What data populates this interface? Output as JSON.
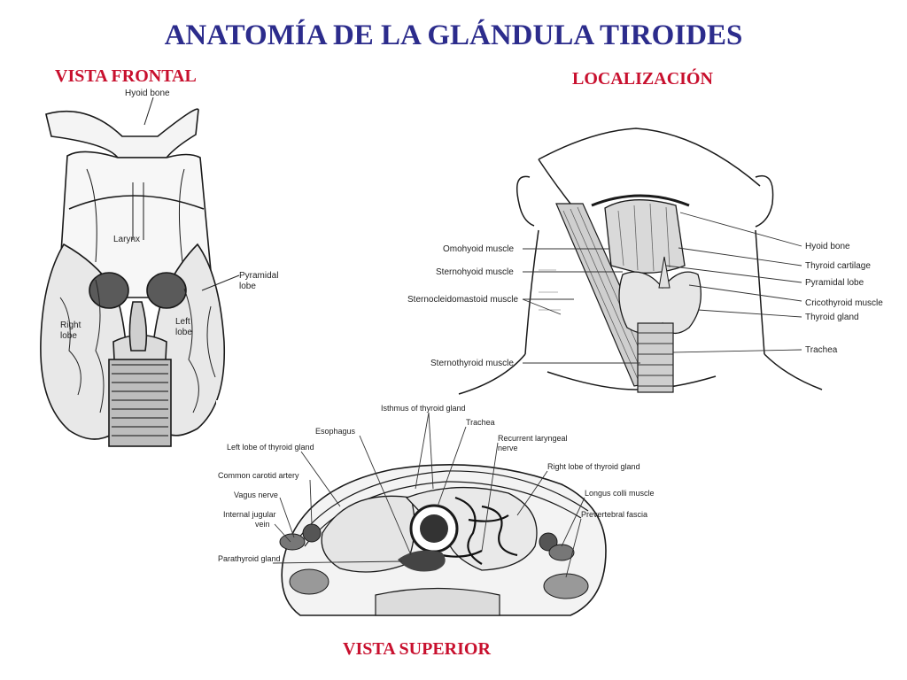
{
  "title": "ANATOMÍA DE LA GLÁNDULA TIROIDES",
  "frontal": {
    "heading": "VISTA FRONTAL",
    "labels": {
      "hyoid": "Hyoid bone",
      "larynx": "Larynx",
      "pyramidal": [
        "Pyramidal",
        "lobe"
      ],
      "right_lobe": [
        "Right",
        "lobe"
      ],
      "left_lobe": [
        "Left",
        "lobe"
      ]
    }
  },
  "location": {
    "heading": "LOCALIZACIÓN",
    "left_labels": [
      "Omohyoid muscle",
      "Sternohyoid muscle",
      "Sternocleidomastoid muscle",
      "Sternothyroid muscle"
    ],
    "right_labels": [
      "Hyoid bone",
      "Thyroid cartilage",
      "Pyramidal lobe",
      "Cricothyroid muscle",
      "Thyroid gland",
      "Trachea"
    ]
  },
  "superior": {
    "heading": "VISTA SUPERIOR",
    "labels": {
      "isthmus": "Isthmus of thyroid gland",
      "trachea": "Trachea",
      "esophagus": "Esophagus",
      "recurrent": [
        "Recurrent laryngeal",
        "nerve"
      ],
      "left_lobe": "Left lobe of thyroid gland",
      "right_lobe": "Right lobe of thyroid gland",
      "carotid": "Common carotid artery",
      "longus": "Longus colli muscle",
      "vagus": "Vagus nerve",
      "prevertebral": "Prevertebral fascia",
      "jugular": [
        "Internal jugular",
        "vein"
      ],
      "parathyroid": "Parathyroid gland"
    }
  }
}
